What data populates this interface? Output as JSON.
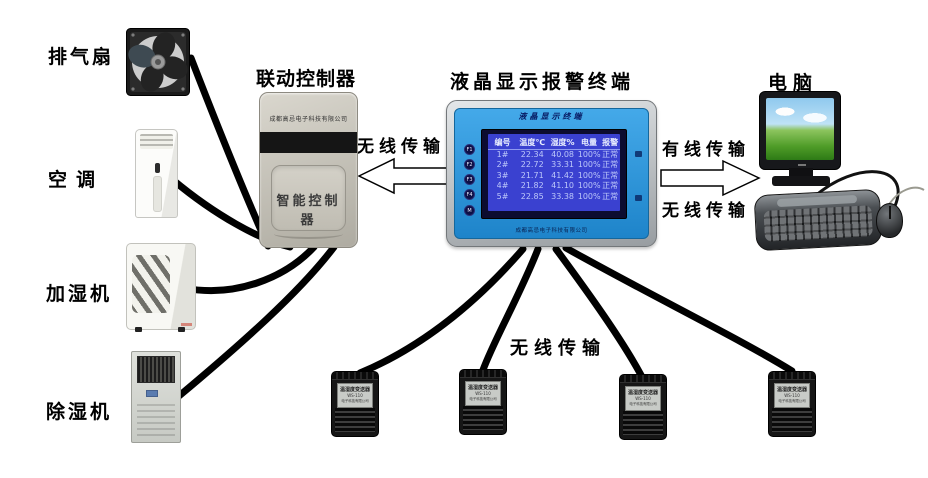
{
  "left_devices": {
    "fan_label": "排气扇",
    "ac_label": "空调",
    "humidifier_label": "加湿机",
    "dehumidifier_label": "除湿机"
  },
  "controller": {
    "title": "联动控制器",
    "company_text": "成都高忌电子科技有限公司",
    "panel_label": "智能控制器"
  },
  "terminal": {
    "title": "液晶显示报警终端",
    "bezel_title": "液晶显示终端",
    "bezel_footer": "成都高忌电子科技有限公司",
    "side_buttons": [
      "F1",
      "F2",
      "F3",
      "F4",
      "M"
    ],
    "screen_table": {
      "headers": [
        "编号",
        "温度℃",
        "湿度%",
        "电量",
        "报警"
      ],
      "rows": [
        [
          "1#",
          "22.34",
          "40.08",
          "100%",
          "正常"
        ],
        [
          "2#",
          "22.72",
          "33.31",
          "100%",
          "正常"
        ],
        [
          "3#",
          "21.71",
          "41.42",
          "100%",
          "正常"
        ],
        [
          "4#",
          "21.82",
          "41.10",
          "100%",
          "正常"
        ],
        [
          "5#",
          "22.85",
          "33.38",
          "100%",
          "正常"
        ]
      ]
    }
  },
  "computer": {
    "title": "电脑"
  },
  "links": {
    "wireless_to_controller": "无线传输",
    "wired_to_pc": "有线传输",
    "wireless_to_pc": "无线传输",
    "wireless_sensors": "无线传输"
  },
  "sensors": {
    "label_title": "温湿度变送器",
    "label_model": "WS-110",
    "label_company": "电子科技有限公司"
  },
  "colors": {
    "wire": "#000000",
    "arrow_fill": "#ffffff",
    "bezel_blue": "#2f9be2",
    "lcd_bg": "#3a41d0",
    "lcd_text": "#bcc7fa",
    "controller_body": "#c9c6bc"
  }
}
